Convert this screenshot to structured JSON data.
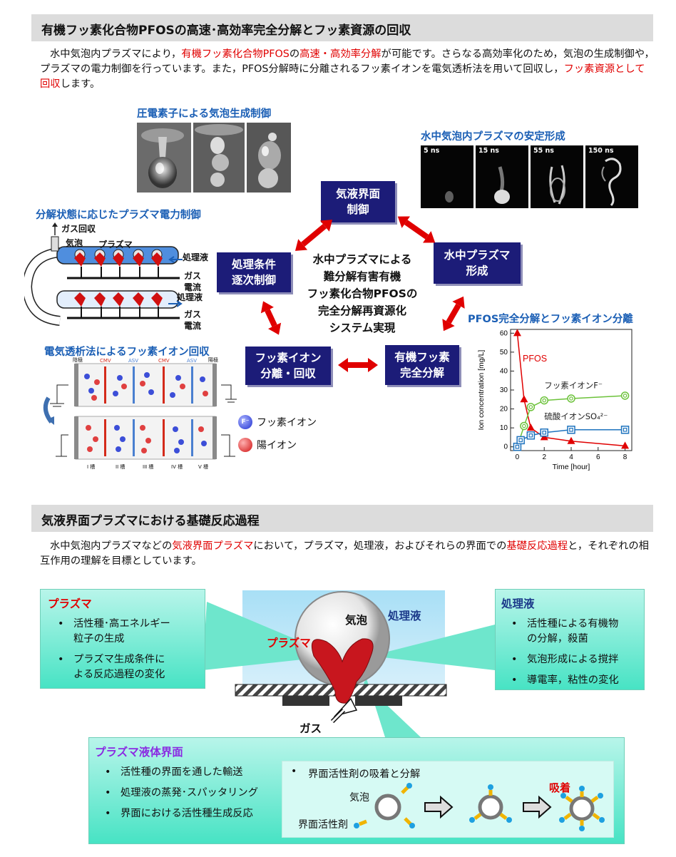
{
  "section1": {
    "title": "有機フッ素化合物PFOSの高速･高効率完全分解とフッ素資源の回収",
    "para": {
      "t1": "水中気泡内プラズマにより，",
      "r1": "有機フッ素化合物PFOS",
      "t2": "の",
      "r2": "高速・高効率分解",
      "t3": "が可能です。さらなる高効率化のため，気泡の生成制御や，プラズマの電力制御を行っています。また，PFOS分解時に分離されるフッ素イオンを電気透析法を用いて回収し，",
      "r3": "フッ素資源として回収",
      "t4": "します。"
    },
    "captions": {
      "piezo": "圧電素子による気泡生成制御",
      "stable": "水中気泡内プラズマの安定形成",
      "power": "分解状態に応じたプラズマ電力制御",
      "dialysis": "電気透析法によるフッ素イオン回収",
      "pfos": "PFOS完全分解とフッ素イオン分離"
    },
    "time_frames": [
      "5 ns",
      "15 ns",
      "55 ns",
      "150 ns"
    ],
    "cycle": {
      "top": "気液界面\n制御",
      "right": "水中プラズマ\n形成",
      "bottom_right": "有機フッ素\n完全分解",
      "bottom_left": "フッ素イオン\n分離・回収",
      "left": "処理条件\n逐次制御",
      "center": "水中プラズマによる\n難分解有害有機\nフッ素化合物PFOSの\n完全分解再資源化\nシステム実現"
    },
    "reactor": {
      "gas_out": "ガス回収",
      "bubble": "気泡",
      "plasma": "プラズマ",
      "liquid1": "処理液",
      "gas1": "ガス",
      "current1": "電流",
      "liquid2": "処理液",
      "gas2": "ガス",
      "current2": "電流"
    },
    "dialysis": {
      "cathode": "陰極",
      "anode": "陽極",
      "membranes": [
        "CMV",
        "ASV",
        "CMV",
        "ASV"
      ],
      "tanks": [
        "I 槽",
        "II 槽",
        "III 槽",
        "IV 槽",
        "V 槽"
      ],
      "legend_f": "フッ素イオン",
      "legend_f_symbol": "F⁻",
      "legend_cation": "陽イオン"
    }
  },
  "chart_data": {
    "type": "line",
    "title": "PFOS完全分解とフッ素イオン分離",
    "xlabel": "Time [hour]",
    "ylabel": "Ion concentration [mg/L]",
    "xlim": [
      -0.5,
      8.5
    ],
    "ylim": [
      -2,
      62
    ],
    "xticks": [
      0,
      2,
      4,
      6,
      8
    ],
    "yticks": [
      0,
      10,
      20,
      30,
      40,
      50,
      60
    ],
    "series": [
      {
        "name": "PFOS",
        "color": "#e00000",
        "marker": "triangle",
        "x": [
          0,
          0.5,
          1,
          2,
          4,
          8
        ],
        "y": [
          60,
          25,
          10,
          5,
          3,
          0.5
        ]
      },
      {
        "name": "フッ素イオンF⁻",
        "color": "#6cc23a",
        "marker": "double-circle",
        "x": [
          0,
          0.5,
          1,
          2,
          4,
          8
        ],
        "y": [
          0,
          11,
          21,
          24.5,
          25.5,
          27
        ]
      },
      {
        "name": "硫酸イオンSO₄²⁻",
        "color": "#1e73be",
        "marker": "double-square",
        "x": [
          0,
          0.25,
          1,
          2,
          4,
          8
        ],
        "y": [
          0,
          3.5,
          6,
          7.5,
          9,
          9
        ]
      }
    ],
    "grid": false
  },
  "section2": {
    "title": "気液界面プラズマにおける基礎反応過程",
    "para": {
      "t1": "水中気泡内プラズマなどの",
      "r1": "気液界面プラズマ",
      "t2": "において，プラズマ，処理液，およびそれらの界面での",
      "r2": "基礎反応過程",
      "t3": "と，それぞれの相互作用の理解を目標としています。"
    },
    "plasma_box": {
      "title": "プラズマ",
      "items": [
        "活性種･高エネルギー\n粒子の生成",
        "プラズマ生成条件に\nよる反応過程の変化"
      ]
    },
    "liquid_box": {
      "title": "処理液",
      "items": [
        "活性種による有機物\nの分解，殺菌",
        "気泡形成による撹拌",
        "導電率，粘性の変化"
      ]
    },
    "interface_box": {
      "title": "プラズマ液体界面",
      "items": [
        "活性種の界面を通した輸送",
        "処理液の蒸発･スパッタリング",
        "界面における活性種生成反応"
      ],
      "inner_item": "界面活性剤の吸着と分解",
      "bubble_label": "気泡",
      "surfactant_label": "界面活性剤",
      "adsorb_label": "吸着"
    },
    "scene": {
      "bubble": "気泡",
      "liquid": "処理液",
      "plasma": "プラズマ",
      "gas": "ガス"
    }
  },
  "colors": {
    "accent_red": "#e00000",
    "caption_blue": "#1b5fb5",
    "navy": "#1c1c78",
    "callout_teal": "#47e3c4",
    "purple_title": "#8a2be2"
  }
}
